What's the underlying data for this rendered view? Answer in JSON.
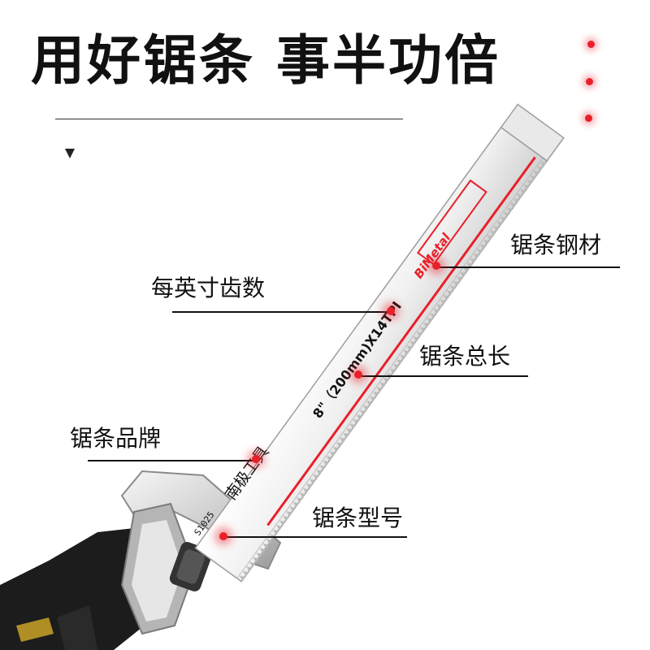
{
  "headline": "用好锯条 事半功倍",
  "blade": {
    "material_mark": "BiMetal",
    "spec_text": "8\"（200mm)X14TPI",
    "brand_text": "南极工具",
    "model_text": "S1025"
  },
  "callouts": {
    "material": "锯条钢材",
    "tpi": "每英寸齿数",
    "length": "锯条总长",
    "brand": "锯条品牌",
    "model": "锯条型号"
  },
  "colors": {
    "accent_red": "#e8202a",
    "text_dark": "#111111",
    "tool_body": "#1c1c1c"
  }
}
